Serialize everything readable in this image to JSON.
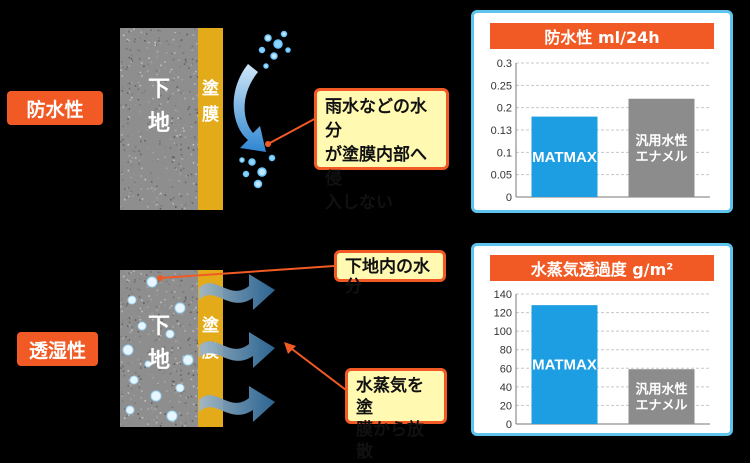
{
  "rows": {
    "waterproof": {
      "label": "防水性"
    },
    "permeability": {
      "label": "透湿性"
    }
  },
  "wall": {
    "char1": "下",
    "char2": "地"
  },
  "film": {
    "char1": "塗",
    "char2": "膜"
  },
  "callouts": {
    "rain_line1": "雨水などの水分",
    "rain_line2": "が塗膜内部へ侵",
    "rain_line3": "入しない",
    "inner_moisture": "下地内の水分",
    "vapor_line1": "水蒸気を塗",
    "vapor_line2": "膜から放散"
  },
  "colors": {
    "accent": "#f15a24",
    "matmax": "#1e9ee2",
    "generic": "#8c8c8c",
    "film": "#e3ab1a",
    "panel_border": "#5ec4ee"
  },
  "chart_data": [
    {
      "type": "bar",
      "title": "防水性 ml/24h",
      "categories": [
        "MATMAX",
        "汎用水性\nエナメル"
      ],
      "values": [
        0.18,
        0.22
      ],
      "yticks": [
        "0",
        "0.05",
        "0.1",
        "0.13",
        "0.2",
        "0.25",
        "0.3"
      ],
      "ylim": [
        0,
        0.3
      ],
      "grid": true
    },
    {
      "type": "bar",
      "title": "水蒸気透過度 g/m²",
      "categories": [
        "MATMAX",
        "汎用水性\nエナメル"
      ],
      "values": [
        128,
        59
      ],
      "yticks": [
        "0",
        "20",
        "40",
        "60",
        "80",
        "100",
        "120",
        "140"
      ],
      "ylim": [
        0,
        140
      ],
      "grid": true
    }
  ]
}
